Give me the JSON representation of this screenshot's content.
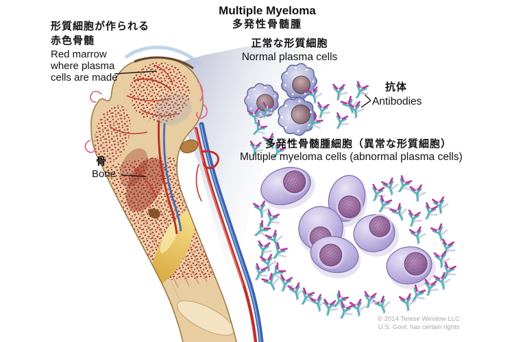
{
  "figure": {
    "title_en": "Multiple Myeloma",
    "title_jp": "多発性骨髄腫"
  },
  "bone_panel": {
    "marrow_label_jp_line1": "形質細胞が作られる",
    "marrow_label_jp_line2": "赤色骨髄",
    "marrow_label_en_line1": "Red marrow",
    "marrow_label_en_line2": "where plasma",
    "marrow_label_en_line3": "cells are made",
    "bone_label_jp": "骨",
    "bone_label_en": "Bone"
  },
  "normal_section": {
    "label_jp": "正常な形質細胞",
    "label_en": "Normal plasma cells",
    "antibody_label_jp": "抗体",
    "antibody_label_en": "Antibodies",
    "cell_count": 3
  },
  "myeloma_section": {
    "label_jp": "多発性骨髄腫細胞（異常な形質細胞）",
    "label_en": "Multiple myeloma cells (abnormal plasma cells)",
    "cell_count": 6
  },
  "footer": {
    "copyright_line1": "© 2014 Terese Winslow LLC",
    "copyright_line2": "U.S. Govt. has certain rights"
  },
  "palette": {
    "plasma_cell_body": "#9aa0cf",
    "plasma_cell_nucleus": "#705460",
    "myeloma_cell_body": "#bfb3e2",
    "myeloma_cell_nucleus": "#8a5f92",
    "antibody_teal": "#57b2b6",
    "antibody_magenta": "#b8379f",
    "bone_cortex": "#e7cda0",
    "red_marrow": "#b0402e",
    "yellow_marrow": "#e9c45e",
    "artery_red": "#c1302a",
    "vein_blue": "#3a63ae",
    "wedge_gray": "#aab0c6"
  }
}
